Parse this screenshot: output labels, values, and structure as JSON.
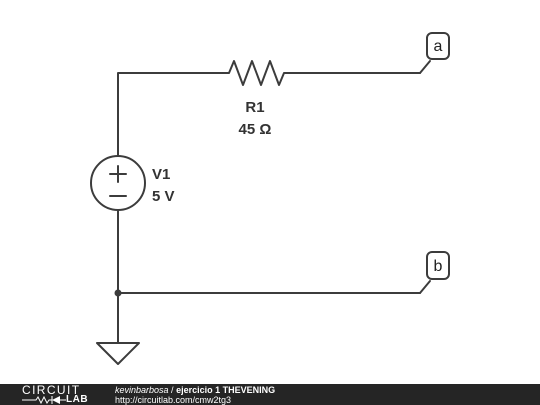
{
  "schematic": {
    "resistor": {
      "name": "R1",
      "value": "45 Ω"
    },
    "source": {
      "name": "V1",
      "value": "5 V"
    },
    "nodes": {
      "a": "a",
      "b": "b"
    }
  },
  "footer": {
    "logo_top": "CIRCUIT",
    "logo_bottom": "LAB",
    "author": "kevinbarbosa",
    "separator": " / ",
    "title": "ejercicio 1 THEVENING",
    "url": "http://circuitlab.com/cmw2tg3"
  },
  "colors": {
    "wire": "#3c3c3c",
    "footer_bg": "#252525"
  }
}
